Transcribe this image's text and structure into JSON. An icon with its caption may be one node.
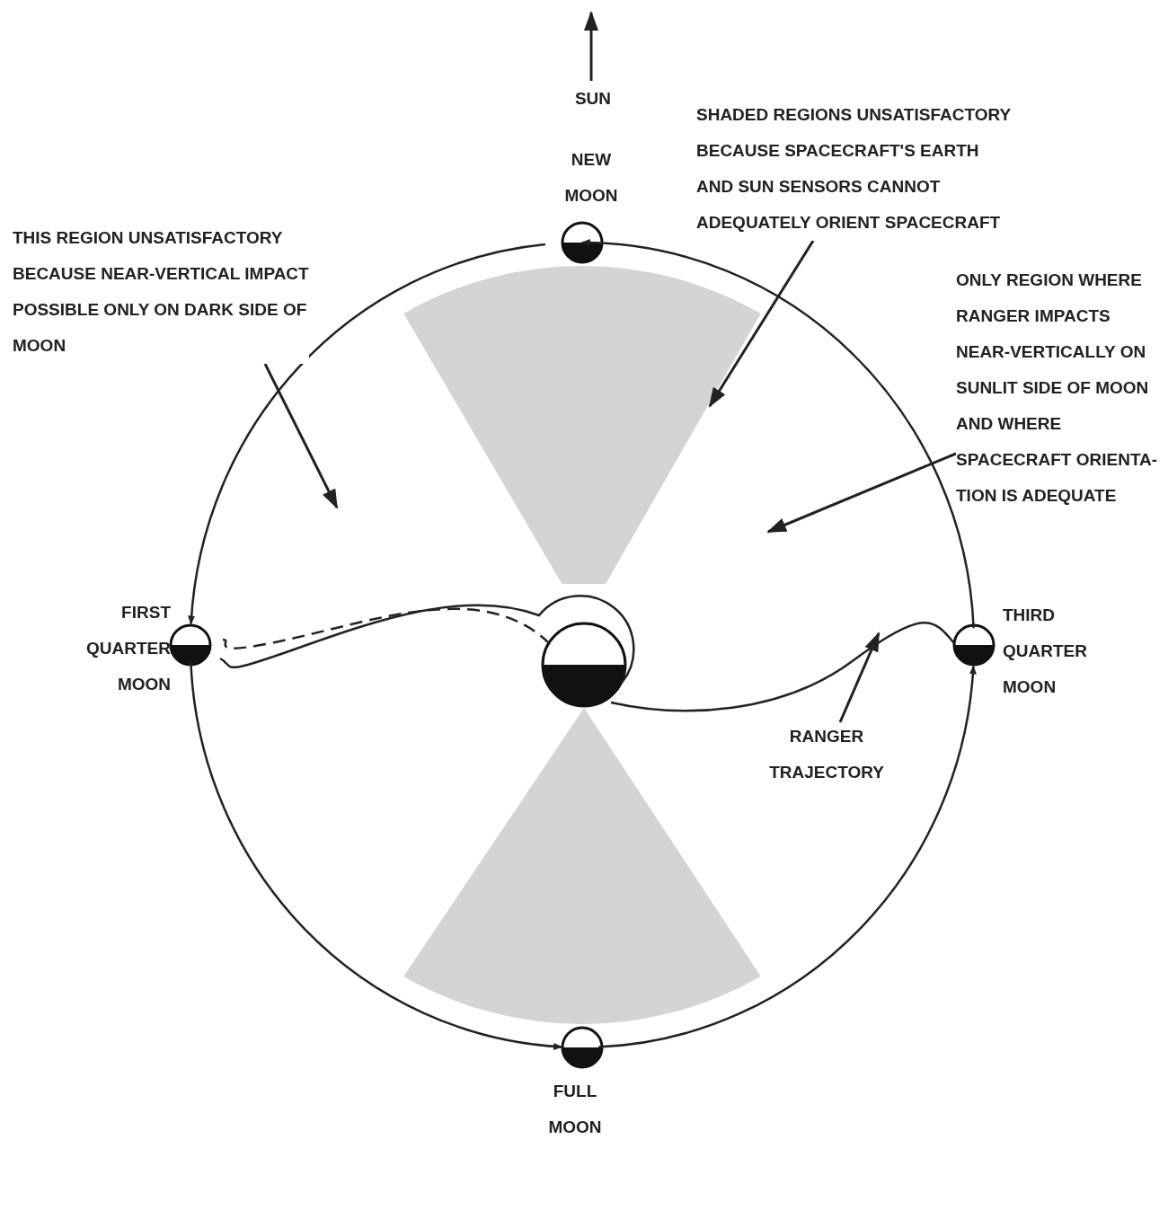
{
  "diagram": {
    "nodes": [
      {
        "text": [],
        "shape": "circle",
        "beside": [
          "NEW MOON"
        ]
      },
      {
        "text": [],
        "shape": "circle",
        "beside": [
          "FIRST QUARTER MOON"
        ]
      },
      {
        "text": [],
        "shape": "circle"
      },
      {
        "text": [],
        "shape": "circle",
        "beside": [
          "THIRD QUARTER MOON"
        ]
      },
      {
        "text": [],
        "shape": "circle",
        "beside": [
          "FULL MOON"
        ]
      },
      {
        "text": [
          "SHADED REGIONS UNSATISFACTORY BECAUSE SPACECRAFT'S EARTH AND SUN SENSORS CANNOT ADEQUATELY ORIENT SPACECRAFT"
        ]
      },
      {
        "text": [
          "THIS REGION UNSATISFACTORY BECAUSE NEAR-VERTICAL IMPACT POSSIBLE ONLY ON DARK SIDE OF MOON"
        ]
      },
      {
        "text": [
          "ONLY REGION WHERE RANGER IMPACTS NEAR-VERTICALLY ON SUNLIT SIDE OF MOON AND WHERE SPACECRAFT ORIENTA- TION IS ADEQUATE"
        ]
      },
      {
        "text": [
          "RANGER TRAJECTORY"
        ]
      },
      {
        "text": [],
        "shape": "sector"
      },
      {
        "text": [],
        "shape": "sector"
      }
    ],
    "edges": [
      {
        "from": 0,
        "to": 1,
        "arrow": "to"
      },
      {
        "from": 1,
        "to": 4,
        "arrow": "to"
      },
      {
        "from": 4,
        "to": 3,
        "arrow": "to"
      },
      {
        "from": 3,
        "to": 0,
        "arrow": "to"
      },
      {
        "from": 2,
        "to": 1,
        "arrow": "none"
      },
      {
        "from": 2,
        "to": 1,
        "arrow": "none",
        "style": "dashed"
      },
      {
        "from": 2,
        "to": 3,
        "arrow": "none"
      },
      {
        "from": 5,
        "to": 9,
        "arrow": "to"
      },
      {
        "from": 6,
        "to": null,
        "arrow": "to"
      },
      {
        "from": 7,
        "to": null,
        "arrow": "to"
      },
      {
        "from": 8,
        "to": null,
        "arrow": "to"
      }
    ],
    "labels": [
      "SUN"
    ]
  }
}
